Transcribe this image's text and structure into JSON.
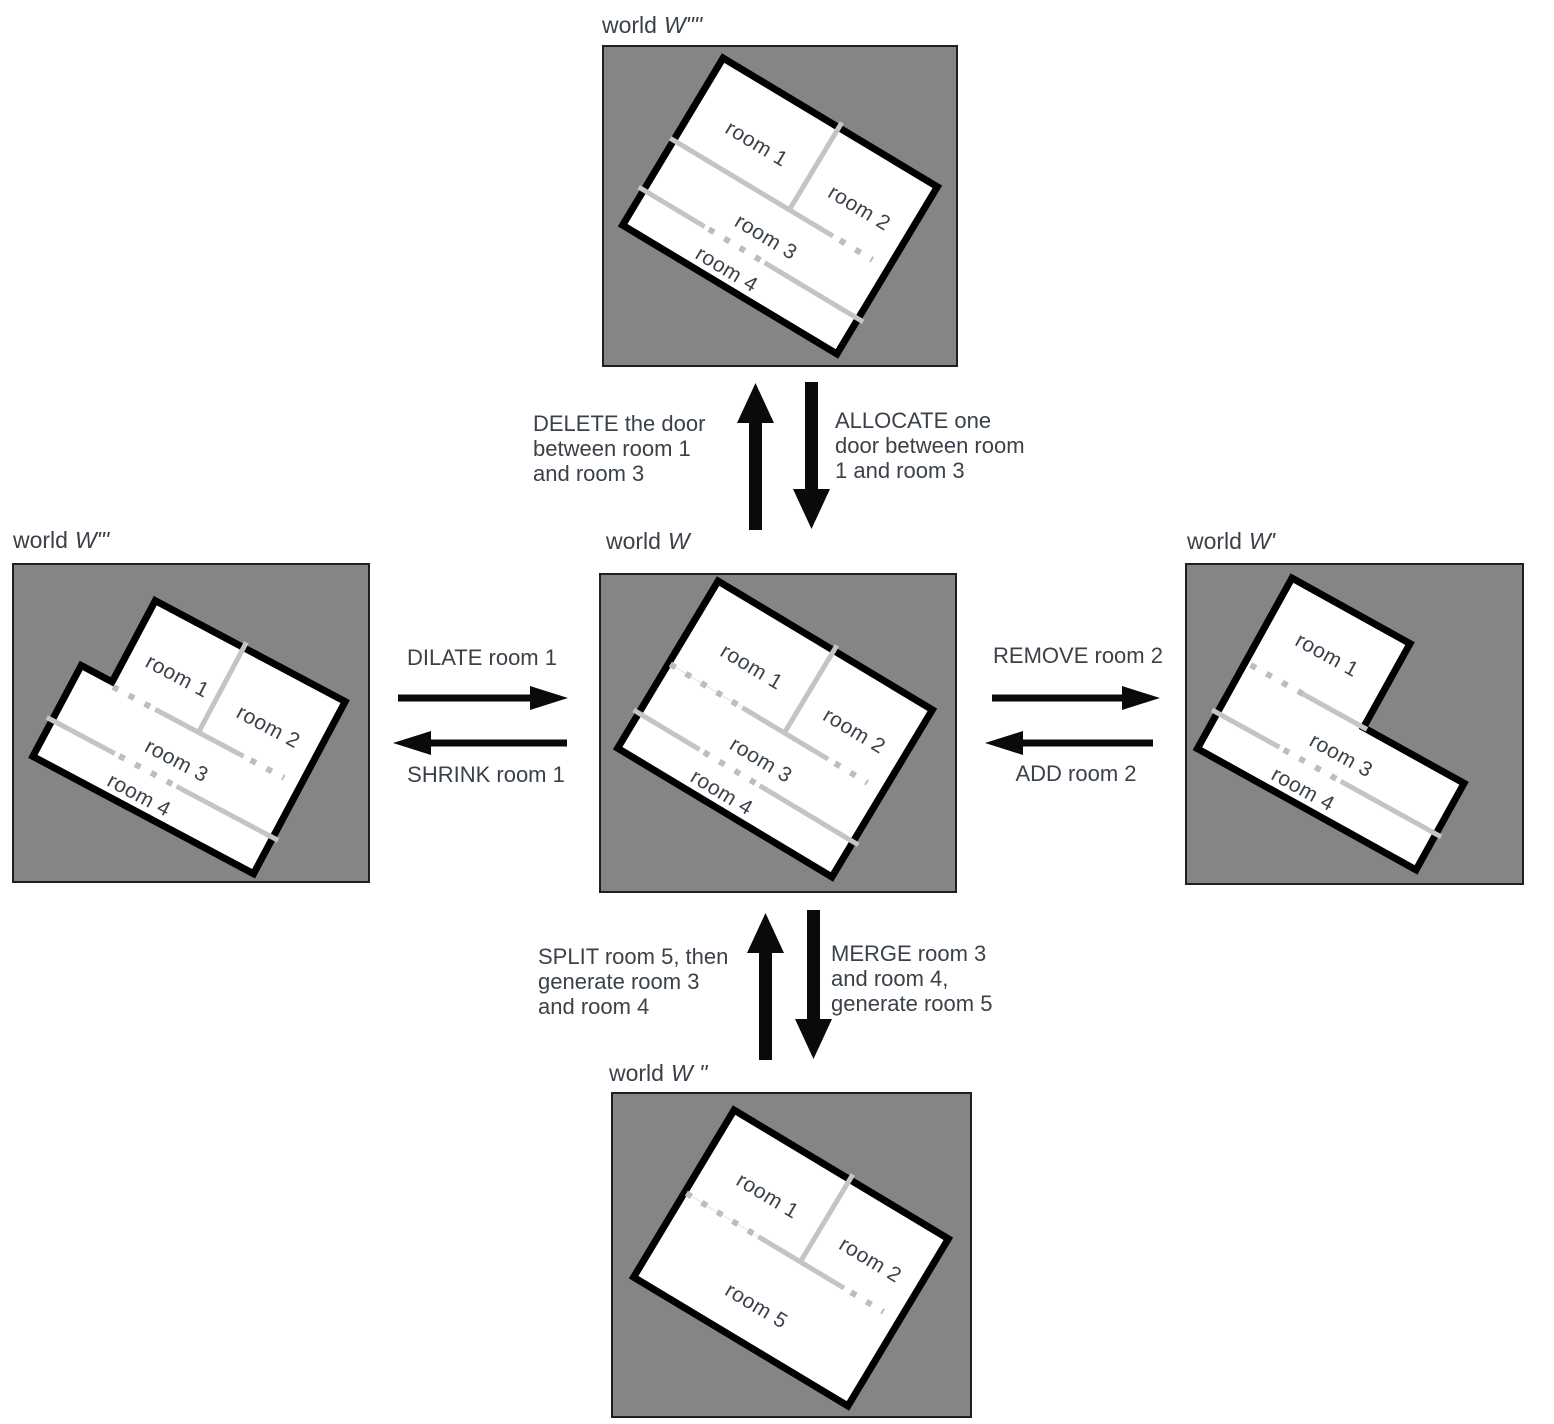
{
  "palette": {
    "page_bg": "#ffffff",
    "box_bg": "#858585",
    "building_outline": "#000000",
    "interior_wall": "#c4c4c4",
    "door_dots": "#bdbdbd",
    "arrow": "#0a0a0a",
    "text": "#3a4149"
  },
  "worlds": {
    "top": {
      "label_prefix": "world",
      "symbol": "W\"\"",
      "rooms": [
        "room 1",
        "room 2",
        "room 3",
        "room 4"
      ]
    },
    "left": {
      "label_prefix": "world",
      "symbol": "W\"'",
      "rooms": [
        "room 1",
        "room 2",
        "room 3",
        "room 4"
      ]
    },
    "center": {
      "label_prefix": "world",
      "symbol": "W",
      "rooms": [
        "room 1",
        "room 2",
        "room 3",
        "room 4"
      ]
    },
    "right": {
      "label_prefix": "world",
      "symbol": "W'",
      "rooms": [
        "room 1",
        "room 3",
        "room 4"
      ]
    },
    "bottom": {
      "label_prefix": "world",
      "symbol": "W \"",
      "rooms": [
        "room 1",
        "room 2",
        "room 5"
      ]
    }
  },
  "operations": {
    "delete_door": "DELETE the door\nbetween room 1\nand room 3",
    "allocate_door": "ALLOCATE one\ndoor between room\n1 and room 3",
    "dilate": "DILATE room 1",
    "shrink": "SHRINK room 1",
    "remove": "REMOVE room 2",
    "add": "ADD room 2",
    "split": "SPLIT room 5, then\ngenerate room 3\nand room 4",
    "merge": "MERGE room 3\nand room 4,\ngenerate room 5"
  },
  "icons": {
    "arrow_up_delete": "arrow-up",
    "arrow_down_allocate": "arrow-down",
    "arrow_right_dilate": "arrow-right",
    "arrow_left_shrink": "arrow-left",
    "arrow_right_remove": "arrow-right",
    "arrow_left_add": "arrow-left",
    "arrow_up_split": "arrow-up",
    "arrow_down_merge": "arrow-down"
  }
}
